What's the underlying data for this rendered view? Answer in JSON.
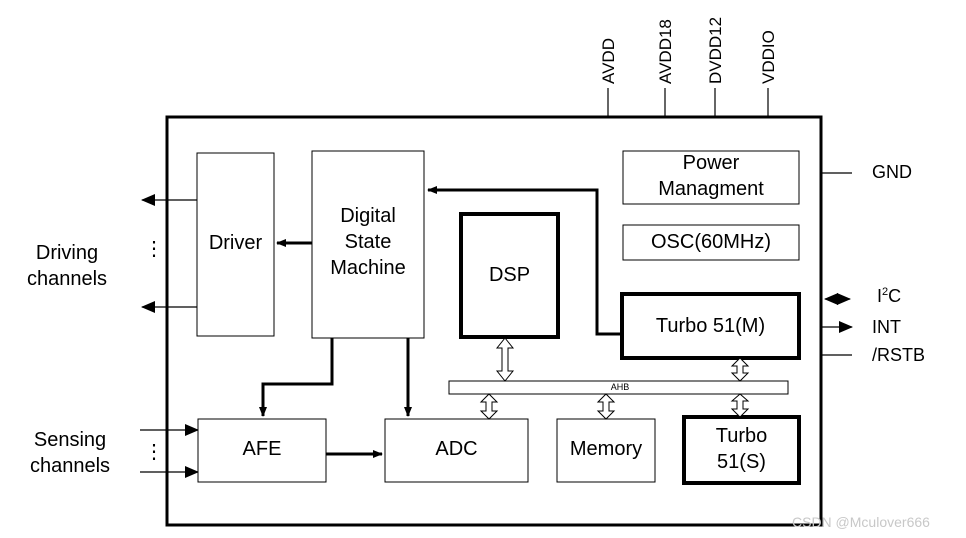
{
  "power_pins": [
    "AVDD",
    "AVDD18",
    "DVDD12",
    "VDDIO"
  ],
  "right_pins": {
    "gnd": "GND",
    "i2c_base": "I",
    "i2c_sup": "2",
    "i2c_tail": "C",
    "int": "INT",
    "rstb": "/RSTB"
  },
  "left_labels": {
    "driving_line1": "Driving",
    "driving_line2": "channels",
    "sensing_line1": "Sensing",
    "sensing_line2": "channels",
    "ellipsis": "⋮"
  },
  "blocks": {
    "driver": "Driver",
    "dsm_line1": "Digital",
    "dsm_line2": "State",
    "dsm_line3": "Machine",
    "dsp": "DSP",
    "power_line1": "Power",
    "power_line2": "Managment",
    "osc": "OSC(60MHz)",
    "turbo_m": "Turbo 51(M)",
    "afe": "AFE",
    "adc": "ADC",
    "memory": "Memory",
    "turbo_s_line1": "Turbo",
    "turbo_s_line2": "51(S)"
  },
  "bus": {
    "label": "AHB"
  },
  "watermark": "CSDN @Mculover666"
}
